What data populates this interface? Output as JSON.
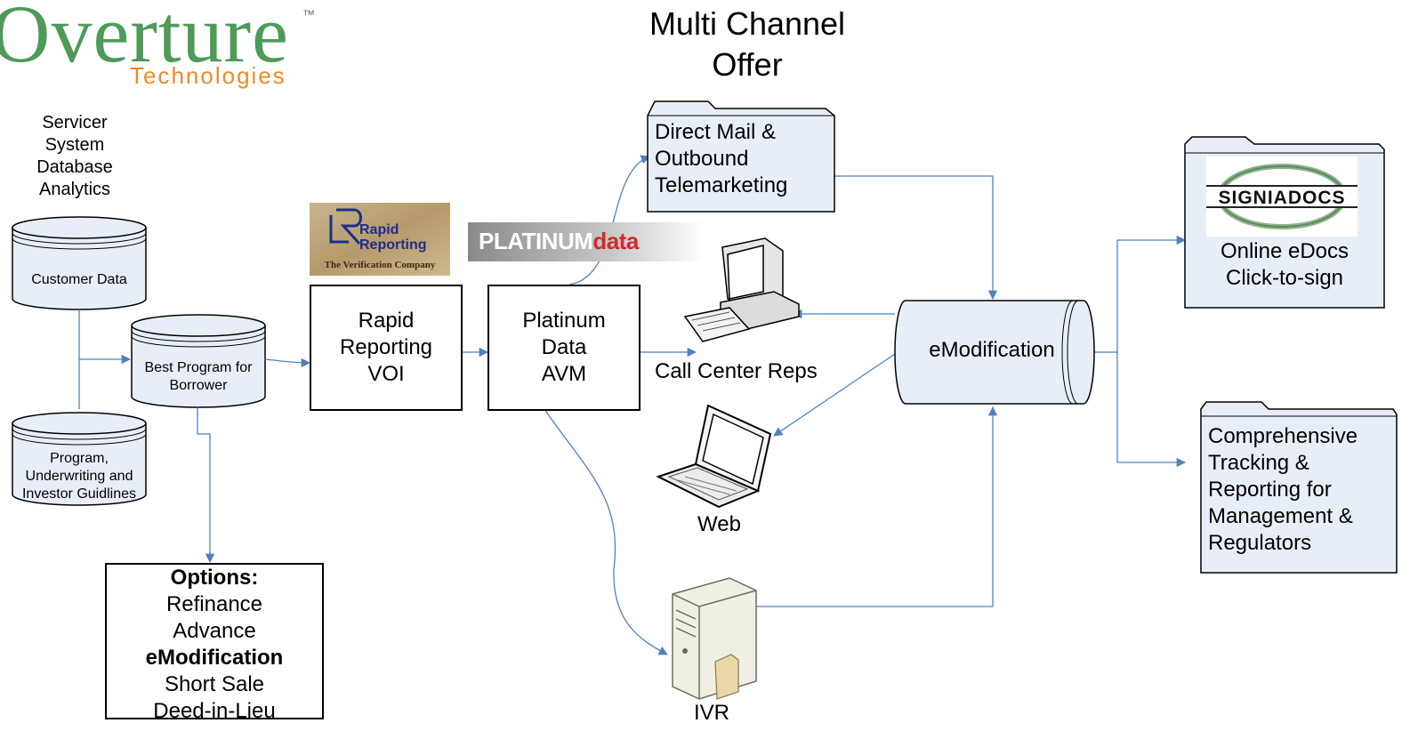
{
  "logo": {
    "name": "Overture",
    "tm": "™",
    "sub": "Technologies"
  },
  "title": {
    "line1": "Multi Channel",
    "line2": "Offer"
  },
  "servicer": {
    "lines": [
      "Servicer",
      "System",
      "Database",
      "Analytics"
    ]
  },
  "databases": {
    "customer": "Customer Data",
    "best_program": {
      "line1": "Best Program for",
      "line2": "Borrower"
    },
    "guidelines": {
      "line1": "Program,",
      "line2": "Underwriting and",
      "line3": "Investor Guidlines"
    }
  },
  "rapid_logo": {
    "name_line1": "Rapid",
    "name_line2": "Reporting",
    "tagline": "The Verification Company"
  },
  "platinum_logo": {
    "part1": "PLATINUM",
    "part2": "data"
  },
  "voi_box": {
    "lines": [
      "Rapid",
      "Reporting",
      "VOI"
    ]
  },
  "avm_box": {
    "lines": [
      "Platinum",
      "Data",
      "AVM"
    ]
  },
  "options": {
    "header": "Options:",
    "items": [
      "Refinance",
      "Advance",
      "eModification",
      "Short Sale",
      "Deed-in-Lieu"
    ]
  },
  "channels": {
    "direct_mail": [
      "Direct Mail &",
      "Outbound",
      "Telemarketing"
    ],
    "call_center": "Call Center Reps",
    "web": "Web",
    "ivr": "IVR"
  },
  "emodification": "eModification",
  "signiadocs_logo": "SIGNIADOCS",
  "edocs": [
    "Online eDocs",
    "Click-to-sign"
  ],
  "tracking": [
    "Comprehensive",
    "Tracking &",
    "Reporting for",
    "Management &",
    "Regulators"
  ],
  "colors": {
    "connector": "#4f81bd",
    "panel_fill": "#e8eef8",
    "logo_green": "#4e9a58",
    "logo_orange": "#f08a24",
    "platinum_red": "#d42a2a"
  }
}
